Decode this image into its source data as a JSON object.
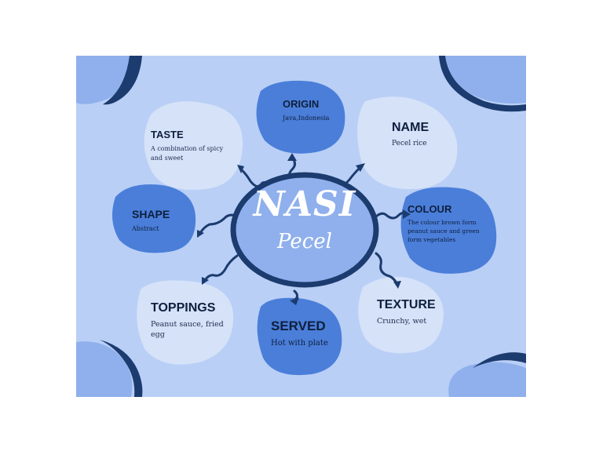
{
  "center": {
    "title": "NASI",
    "subtitle": "Pecel"
  },
  "nodes": {
    "origin": {
      "title": "ORIGIN",
      "desc": "Java,Indonesia"
    },
    "name": {
      "title": "NAME",
      "desc": "Pecel rice"
    },
    "taste": {
      "title": "TASTE",
      "desc": "A combination of spicy and sweet"
    },
    "shape": {
      "title": "SHAPE",
      "desc": "Abstract"
    },
    "colour": {
      "title": "COLOUR",
      "desc": "The colour  brown form peanut sauce and green form vegetables"
    },
    "toppings": {
      "title": "TOPPINGS",
      "desc": "Peanut sauce, fried egg"
    },
    "served": {
      "title": "SERVED",
      "desc": "Hot with plate"
    },
    "texture": {
      "title": "TEXTURE",
      "desc": "Crunchy, wet"
    }
  },
  "colors": {
    "background": "#b9cff6",
    "blob_dark": "#4a7ed9",
    "blob_light": "#d5e2f8",
    "navy": "#1c3b6e",
    "corner": "#8fb0ec"
  }
}
